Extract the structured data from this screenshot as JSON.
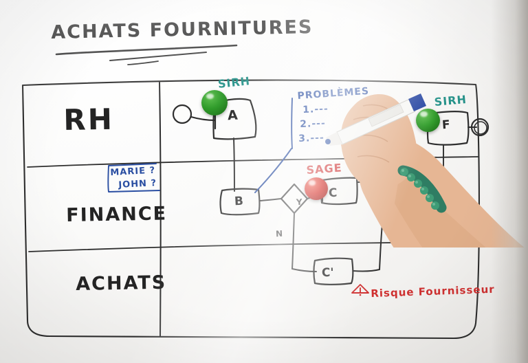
{
  "scene": {
    "medium": "whiteboard-photo",
    "title": "ACHATS FOURNITURES"
  },
  "title": {
    "text": "ACHATS FOURNITURES",
    "underline": "double",
    "ink": "#242424"
  },
  "table": {
    "rows": [
      {
        "label": "RH"
      },
      {
        "label": "FINANCE"
      },
      {
        "label": "ACHATS"
      }
    ]
  },
  "notes": {
    "people": {
      "line1": "MARIE ?",
      "line2": "JOHN ?",
      "ink": "#2b4fa2"
    },
    "problems": {
      "heading": "PROBLÈMES",
      "items": [
        "1.---",
        "2.---",
        "3.---"
      ],
      "ink": "#2b4fa2"
    },
    "risk": {
      "text": "Risque Fournisseur",
      "icon": "warning-triangle-icon",
      "ink": "#cf3030"
    }
  },
  "systems": [
    {
      "name": "SIRH",
      "ink": "#1f8f86",
      "magnet": "green",
      "attached_to": "A"
    },
    {
      "name": "SAGE",
      "ink": "#cf3030",
      "magnet": "red",
      "attached_to": "C"
    },
    {
      "name": "SIRH",
      "ink": "#1f8f86",
      "magnet": "green",
      "attached_to": "F"
    }
  ],
  "flowchart": {
    "nodes": [
      {
        "id": "A",
        "label": "A",
        "shape": "box"
      },
      {
        "id": "B",
        "label": "B",
        "shape": "box"
      },
      {
        "id": "C",
        "label": "C",
        "shape": "box"
      },
      {
        "id": "Cp",
        "label": "C'",
        "shape": "box"
      },
      {
        "id": "F",
        "label": "F",
        "shape": "box"
      },
      {
        "id": "D1",
        "label": "",
        "shape": "diamond"
      },
      {
        "id": "D2",
        "label": "",
        "shape": "diamond"
      },
      {
        "id": "O1",
        "label": "",
        "shape": "circle"
      },
      {
        "id": "O2",
        "label": "",
        "shape": "circle"
      }
    ],
    "edge_labels": {
      "yes": "Y",
      "no": "N"
    }
  },
  "hand": {
    "description": "hand-holding-marker",
    "marker_cap": "blue",
    "marker_body": "white",
    "bracelet": "green-beaded-bracelet"
  },
  "magnet_colors": {
    "green": "#2f9b2a",
    "red": "#d2231c"
  }
}
